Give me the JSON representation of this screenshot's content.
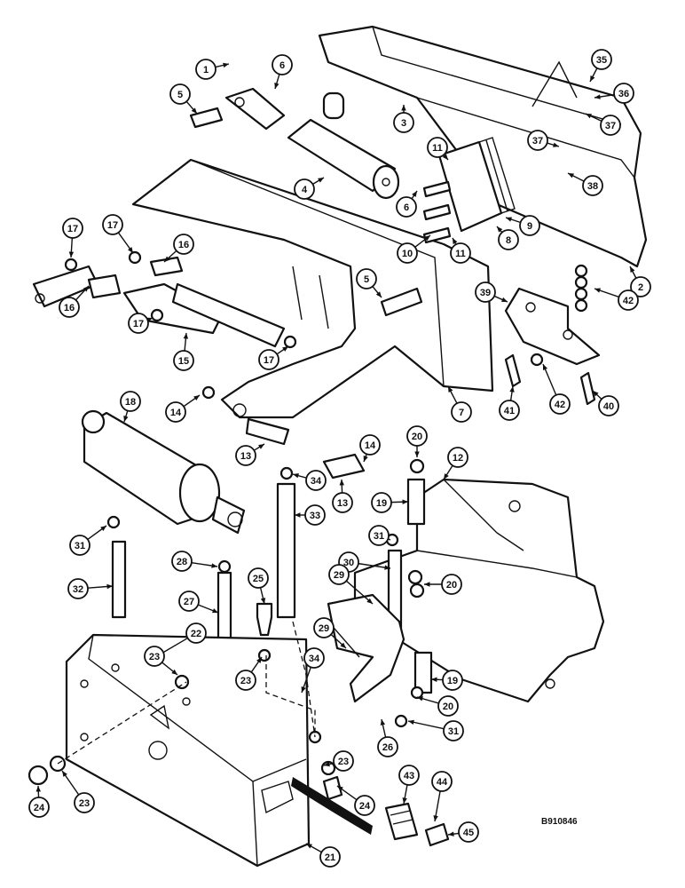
{
  "figure_code": "B910846",
  "callouts": [
    {
      "n": "1"
    },
    {
      "n": "6"
    },
    {
      "n": "5"
    },
    {
      "n": "3"
    },
    {
      "n": "35"
    },
    {
      "n": "36"
    },
    {
      "n": "37"
    },
    {
      "n": "37"
    },
    {
      "n": "38"
    },
    {
      "n": "11"
    },
    {
      "n": "4"
    },
    {
      "n": "6"
    },
    {
      "n": "10"
    },
    {
      "n": "11"
    },
    {
      "n": "8"
    },
    {
      "n": "9"
    },
    {
      "n": "2"
    },
    {
      "n": "17"
    },
    {
      "n": "16"
    },
    {
      "n": "17"
    },
    {
      "n": "16"
    },
    {
      "n": "5"
    },
    {
      "n": "39"
    },
    {
      "n": "42"
    },
    {
      "n": "17"
    },
    {
      "n": "15"
    },
    {
      "n": "17"
    },
    {
      "n": "14"
    },
    {
      "n": "7"
    },
    {
      "n": "41"
    },
    {
      "n": "42"
    },
    {
      "n": "40"
    },
    {
      "n": "18"
    },
    {
      "n": "20"
    },
    {
      "n": "14"
    },
    {
      "n": "12"
    },
    {
      "n": "13"
    },
    {
      "n": "34"
    },
    {
      "n": "13"
    },
    {
      "n": "19"
    },
    {
      "n": "33"
    },
    {
      "n": "31"
    },
    {
      "n": "31"
    },
    {
      "n": "28"
    },
    {
      "n": "25"
    },
    {
      "n": "30"
    },
    {
      "n": "20"
    },
    {
      "n": "32"
    },
    {
      "n": "27"
    },
    {
      "n": "29"
    },
    {
      "n": "22"
    },
    {
      "n": "29"
    },
    {
      "n": "23"
    },
    {
      "n": "23"
    },
    {
      "n": "34"
    },
    {
      "n": "19"
    },
    {
      "n": "20"
    },
    {
      "n": "31"
    },
    {
      "n": "26"
    },
    {
      "n": "23"
    },
    {
      "n": "24"
    },
    {
      "n": "23"
    },
    {
      "n": "24"
    },
    {
      "n": "43"
    },
    {
      "n": "44"
    },
    {
      "n": "45"
    },
    {
      "n": "21"
    }
  ]
}
